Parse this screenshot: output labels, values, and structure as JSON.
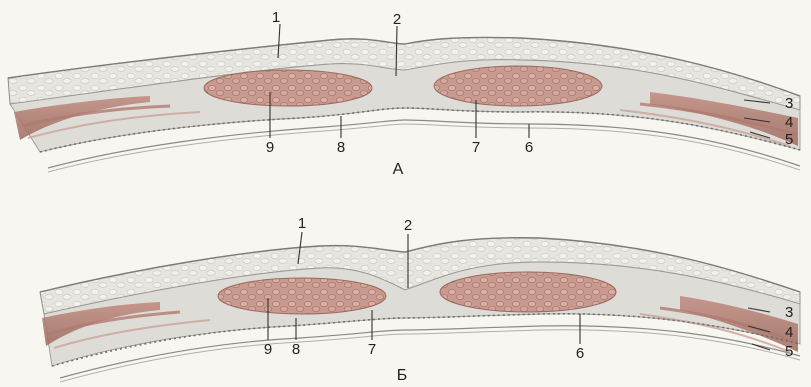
{
  "diagram": {
    "panels": [
      {
        "id": "A",
        "label": "А",
        "callouts": [
          "1",
          "2",
          "3",
          "4",
          "5",
          "6",
          "7",
          "8",
          "9"
        ]
      },
      {
        "id": "B",
        "label": "Б",
        "callouts": [
          "1",
          "2",
          "3",
          "4",
          "5",
          "6",
          "7",
          "8",
          "9"
        ]
      }
    ],
    "colors": {
      "background": "#f7f6f1",
      "skin_fat": "#e4e3de",
      "skin_line": "#8e8e8a",
      "fascia_band": "#d9d8d2",
      "muscle": "#c7978c",
      "muscle_dark": "#a9746a",
      "lateral_muscle": "#b98276",
      "dotted_line": "#6f6f6b"
    }
  }
}
